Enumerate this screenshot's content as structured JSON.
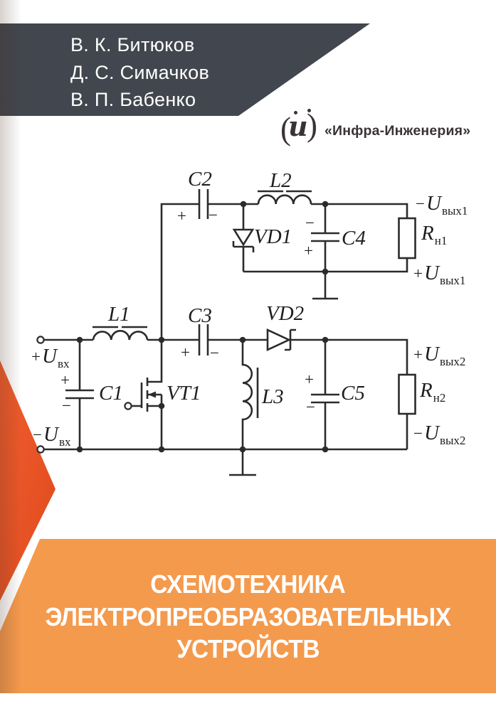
{
  "authors": {
    "line1": "В. К. Битюков",
    "line2": "Д. С. Симачков",
    "line3": "В. П. Бабенко"
  },
  "publisher": {
    "name": "«Инфра-Инженерия»",
    "mark_open": "(",
    "mark_letter": "и",
    "mark_close": ")"
  },
  "title": {
    "line1": "СХЕМОТЕХНИКА",
    "line2": "ЭЛЕКТРОПРЕОБРАЗОВАТЕЛЬНЫХ",
    "line3": "УСТРОЙСТВ"
  },
  "colors": {
    "banner": "#42464e",
    "dark_orange_1": "#f15e2e",
    "dark_orange_2": "#e04a1e",
    "light_orange": "#f49a4d",
    "circuit": "#2b2b2b",
    "title_text": "#ffffff"
  },
  "schematic": {
    "signs": {
      "plus": "+",
      "minus": "−"
    },
    "labels": {
      "c1": "C1",
      "c2": "C2",
      "c3": "C3",
      "c4": "C4",
      "c5": "C5",
      "l1": "L1",
      "l2": "L2",
      "l3": "L3",
      "vd1": "VD1",
      "vd2": "VD2",
      "vt1": "VT1"
    },
    "r_loads": {
      "rn1": {
        "sym": "R",
        "sub": "н1"
      },
      "rn2": {
        "sym": "R",
        "sub": "н2"
      }
    },
    "u_terms": {
      "u_in_plus": {
        "sign": "+",
        "sym": "U",
        "sub": "вх"
      },
      "u_in_minus": {
        "sign": "−",
        "sym": "U",
        "sub": "вх"
      },
      "u_out1_minus": {
        "sign": "−",
        "sym": "U",
        "sub": "вых1"
      },
      "u_out1_plus": {
        "sign": "+",
        "sym": "U",
        "sub": "вых1"
      },
      "u_out2_plus": {
        "sign": "+",
        "sym": "U",
        "sub": "вых2"
      },
      "u_out2_minus": {
        "sign": "−",
        "sym": "U",
        "sub": "вых2"
      }
    }
  }
}
